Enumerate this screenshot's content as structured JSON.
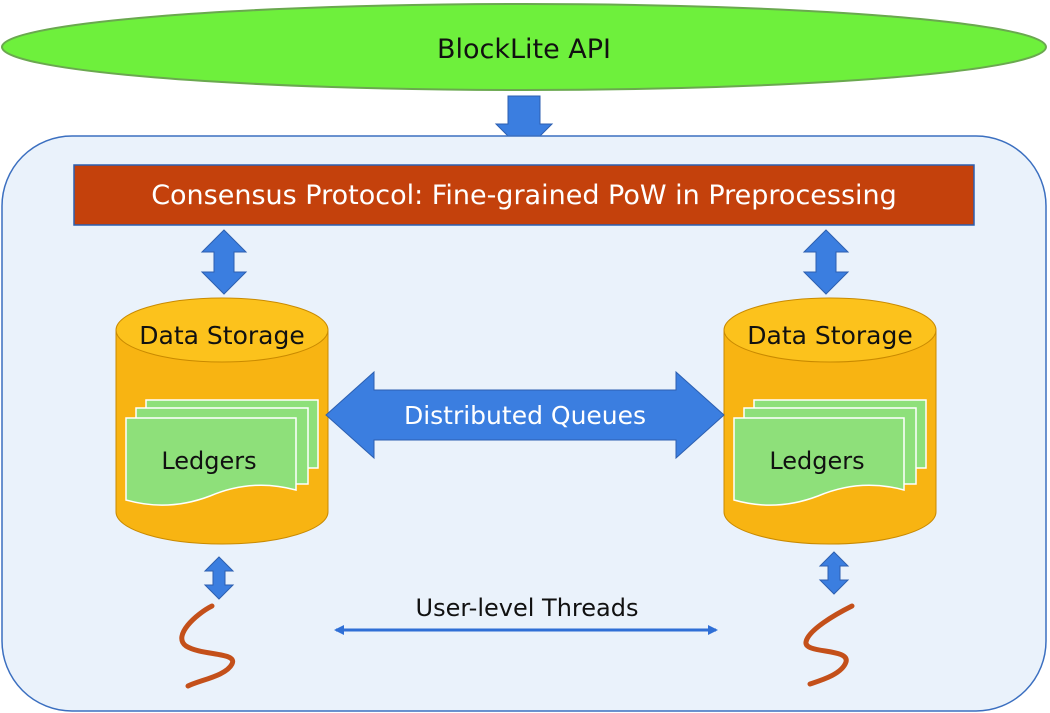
{
  "api": {
    "label": "BlockLite API"
  },
  "consensus": {
    "label": "Consensus Protocol: Fine-grained PoW in Preprocessing"
  },
  "storage_left": {
    "title": "Data Storage",
    "ledgers": "Ledgers"
  },
  "storage_right": {
    "title": "Data Storage",
    "ledgers": "Ledgers"
  },
  "queues": {
    "label": "Distributed Queues"
  },
  "threads": {
    "label": "User-level Threads"
  },
  "colors": {
    "api_fill": "#6ef03c",
    "consensus_fill": "#c4410c",
    "cylinder_fill": "#f8b412",
    "ledger_fill": "#8ee07a",
    "arrow_fill": "#3b7ee0",
    "thread_stroke": "#c4501a",
    "container_fill": "#eaf2fb",
    "container_stroke": "#3b6fc0"
  }
}
